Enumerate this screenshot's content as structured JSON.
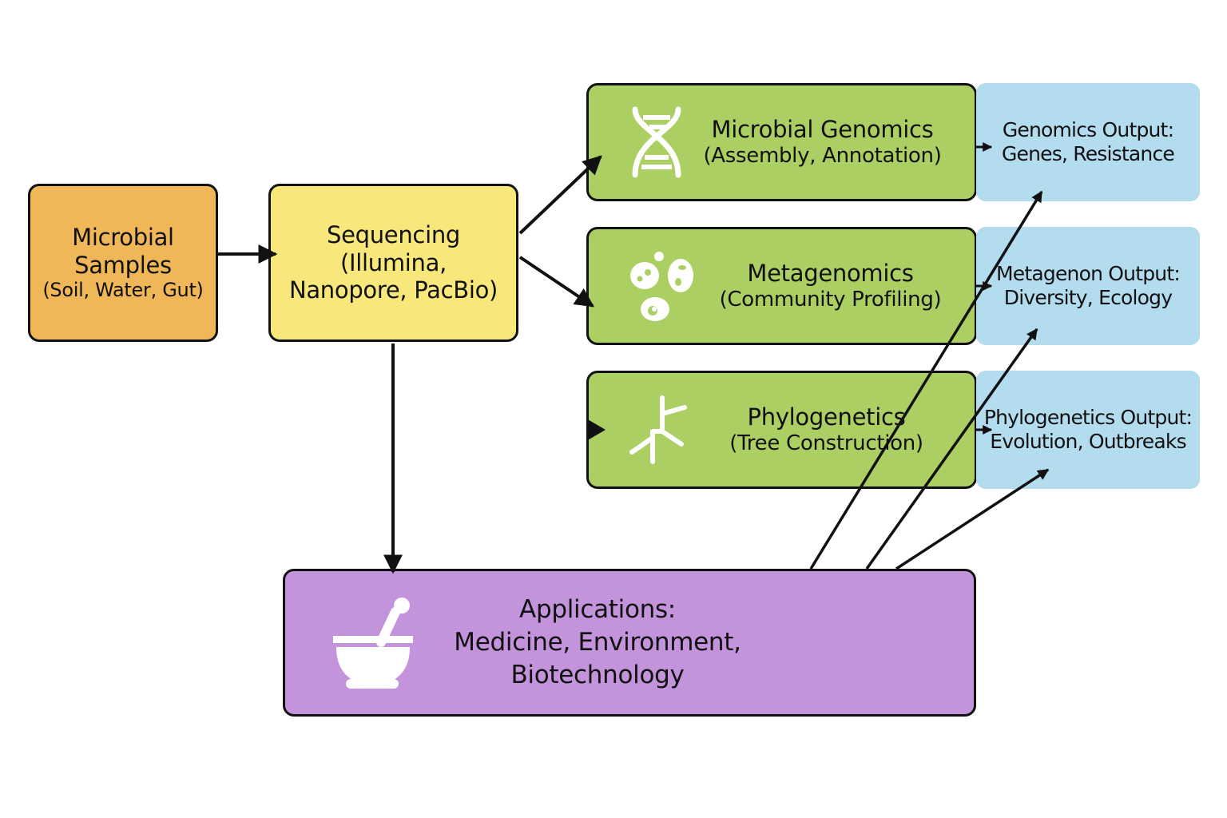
{
  "diagram": {
    "nodes": {
      "samples": {
        "title": "Microbial",
        "title2": "Samples",
        "subtitle": "(Soil, Water, Gut)",
        "color": "#f0b758"
      },
      "sequencing": {
        "title": "Sequencing",
        "line2": "(Illumina,",
        "line3": "Nanopore, PacBio)",
        "color": "#f8e77a"
      },
      "genomics": {
        "title": "Microbial Genomics",
        "subtitle": "(Assembly, Annotation)",
        "icon": "dna-icon",
        "color": "#abcf62"
      },
      "metagenomics": {
        "title": "Metagenomics",
        "subtitle": "(Community Profiling)",
        "icon": "microbes-icon",
        "color": "#abcf62"
      },
      "phylogenetics": {
        "title": "Phylogenetics",
        "subtitle": "(Tree Construction)",
        "icon": "phylogenetic-tree-icon",
        "color": "#abcf62"
      },
      "genomics_output": {
        "line1": "Genomics Output:",
        "line2": "Genes, Resistance",
        "color": "#b3dcee"
      },
      "metagenomics_output": {
        "line1": "Metagenon Output:",
        "line2": "Diversity, Ecology",
        "color": "#b3dcee"
      },
      "phylogenetics_output": {
        "line1": "Phylogenetics Output:",
        "line2": "Evolution, Outbreaks",
        "color": "#b3dcee"
      },
      "applications": {
        "line1": "Applications:",
        "line2": "Medicine, Environment,",
        "line3": "Biotechnology",
        "icon": "mortar-pestle-icon",
        "color": "#c393dc"
      }
    },
    "edges": [
      {
        "from": "samples",
        "to": "sequencing"
      },
      {
        "from": "sequencing",
        "to": "genomics"
      },
      {
        "from": "sequencing",
        "to": "metagenomics"
      },
      {
        "from": "sequencing",
        "to": "applications"
      },
      {
        "from": "genomics",
        "to": "genomics_output"
      },
      {
        "from": "metagenomics",
        "to": "metagenomics_output"
      },
      {
        "from": "phylogenetics",
        "to": "phylogenetics_output"
      },
      {
        "from": "applications",
        "to": "genomics_output"
      },
      {
        "from": "applications",
        "to": "metagenomics_output"
      },
      {
        "from": "applications",
        "to": "phylogenetics_output"
      }
    ]
  }
}
